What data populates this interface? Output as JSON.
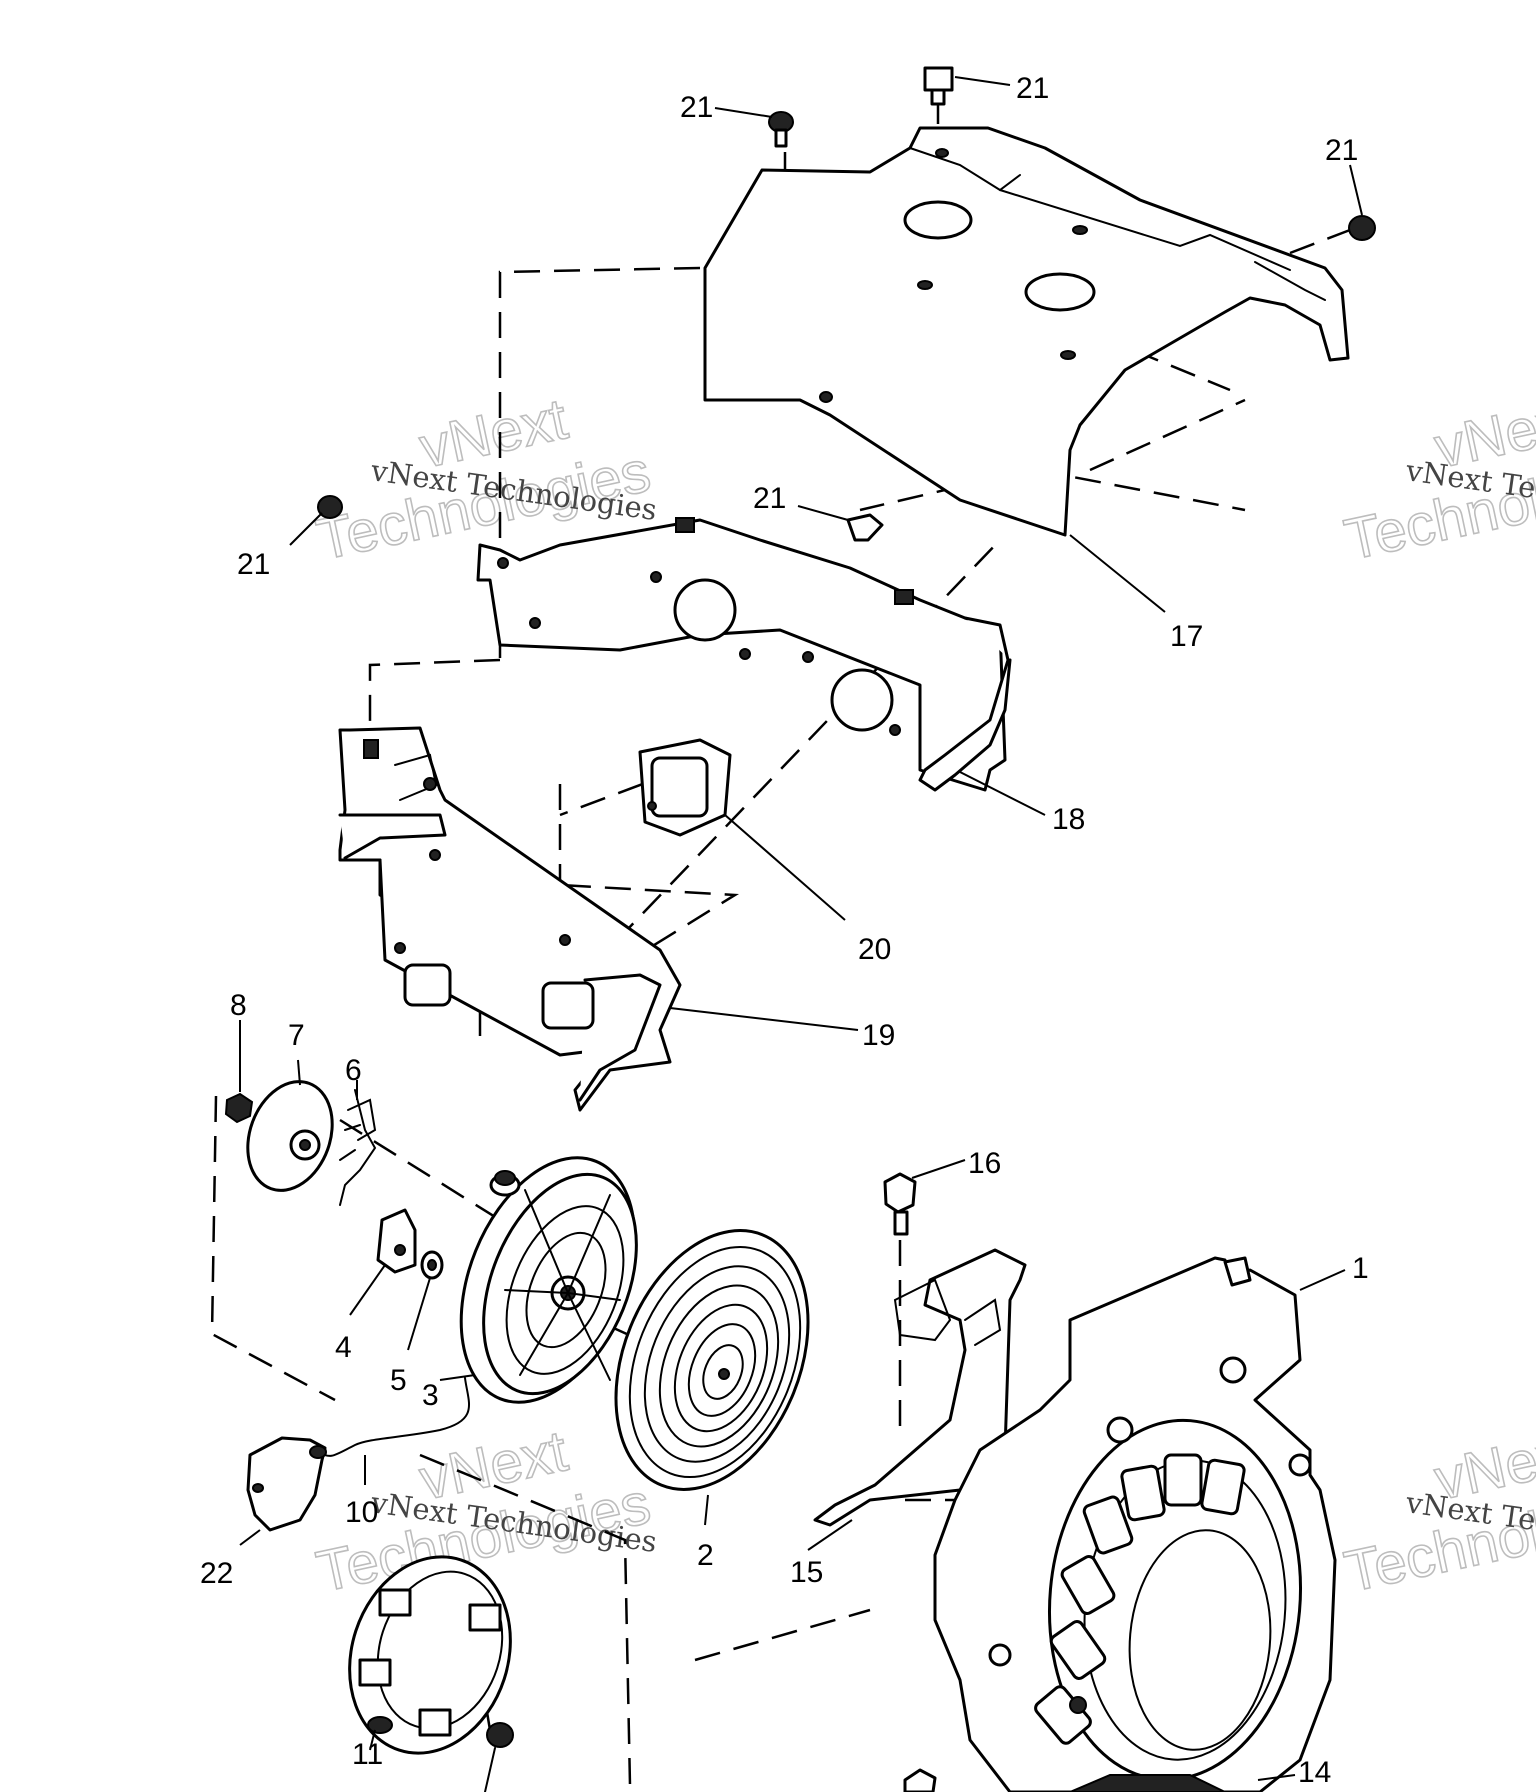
{
  "diagram": {
    "callouts": {
      "c1": "1",
      "c2": "2",
      "c3": "3",
      "c4": "4",
      "c5": "5",
      "c6": "6",
      "c7": "7",
      "c8": "8",
      "c10": "10",
      "c11": "11",
      "c14": "14",
      "c15": "15",
      "c16": "16",
      "c17": "17",
      "c18": "18",
      "c19": "19",
      "c20": "20",
      "c21": "21",
      "c22": "22"
    },
    "watermark": {
      "name": "vNext Technologies",
      "top": "vNext",
      "bottom": "Technologies"
    }
  }
}
